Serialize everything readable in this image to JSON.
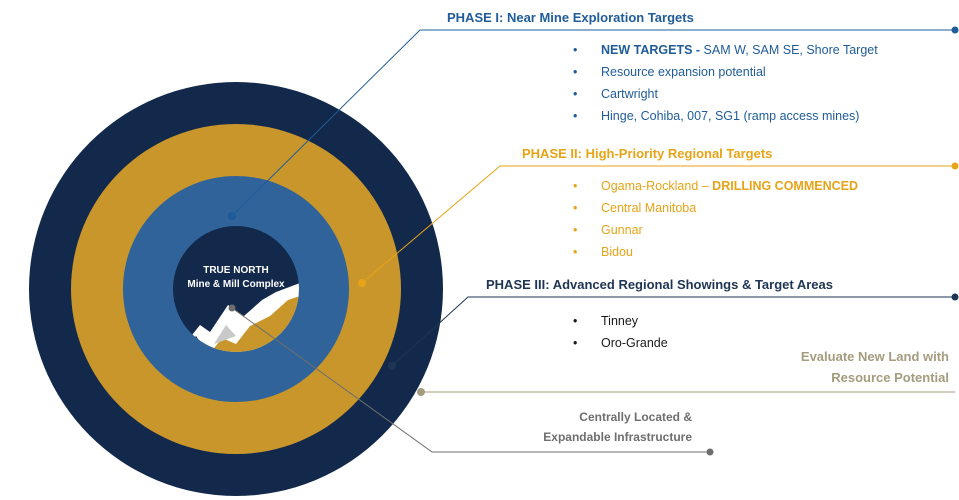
{
  "colors": {
    "navy": "#13294b",
    "gold": "#c9962c",
    "blue": "#2f6399",
    "phase1": "#1f5c99",
    "phase2": "#e8a317",
    "phase3": "#1e3553",
    "note_olive": "#a39c7e",
    "note_gray": "#6e6e6e"
  },
  "icons": {
    "mountain": "mountain-icon"
  },
  "center": {
    "line1": "TRUE NORTH",
    "line2": "Mine & Mill Complex"
  },
  "phase1": {
    "title": "PHASE I: Near Mine Exploration Targets",
    "items": [
      {
        "bullet": "•",
        "strong": "NEW TARGETS -",
        "text": " SAM W, SAM SE, Shore Target"
      },
      {
        "bullet": "•",
        "strong": "",
        "text": "Resource expansion potential"
      },
      {
        "bullet": "•",
        "strong": "",
        "text": "Cartwright"
      },
      {
        "bullet": "•",
        "strong": "",
        "text": "Hinge, Cohiba, 007, SG1 (ramp access mines)"
      }
    ]
  },
  "phase2": {
    "title": "PHASE II: High-Priority Regional Targets",
    "items": [
      {
        "bullet": "•",
        "text": "Ogama-Rockland – ",
        "strong": "DRILLING COMMENCED"
      },
      {
        "bullet": "•",
        "text": "Central Manitoba",
        "strong": ""
      },
      {
        "bullet": "•",
        "text": "Gunnar",
        "strong": ""
      },
      {
        "bullet": "•",
        "text": "Bidou",
        "strong": ""
      }
    ]
  },
  "phase3": {
    "title": "PHASE III: Advanced Regional Showings & Target Areas",
    "items": [
      {
        "bullet": "•",
        "text": "Tinney"
      },
      {
        "bullet": "•",
        "text": "Oro-Grande"
      }
    ]
  },
  "notes": {
    "land_line1": "Evaluate New Land with",
    "land_line2": "Resource Potential",
    "infra_line1": "Centrally Located  &",
    "infra_line2": "Expandable Infrastructure"
  }
}
